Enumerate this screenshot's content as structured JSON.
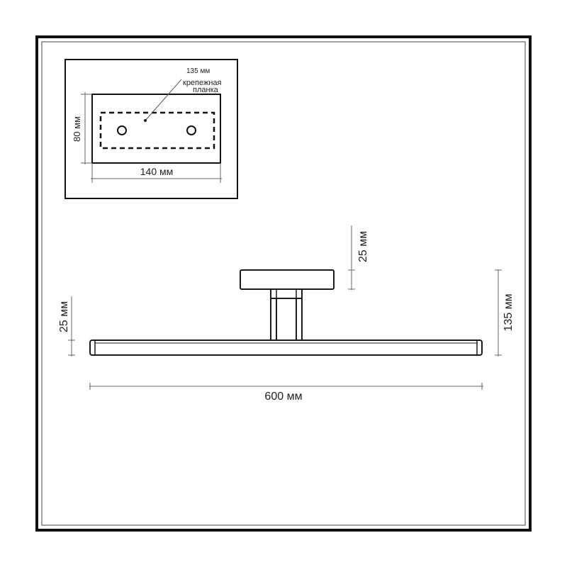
{
  "inset": {
    "label_mount": "135 мм",
    "label_plate_line1": "крепежная",
    "label_plate_line2": "планка",
    "label_height": "80 мм",
    "label_width": "140 мм"
  },
  "main": {
    "label_base_height": "25 мм",
    "label_bar_height": "25 мм",
    "label_total_height": "135 мм",
    "label_length": "600 мм"
  }
}
